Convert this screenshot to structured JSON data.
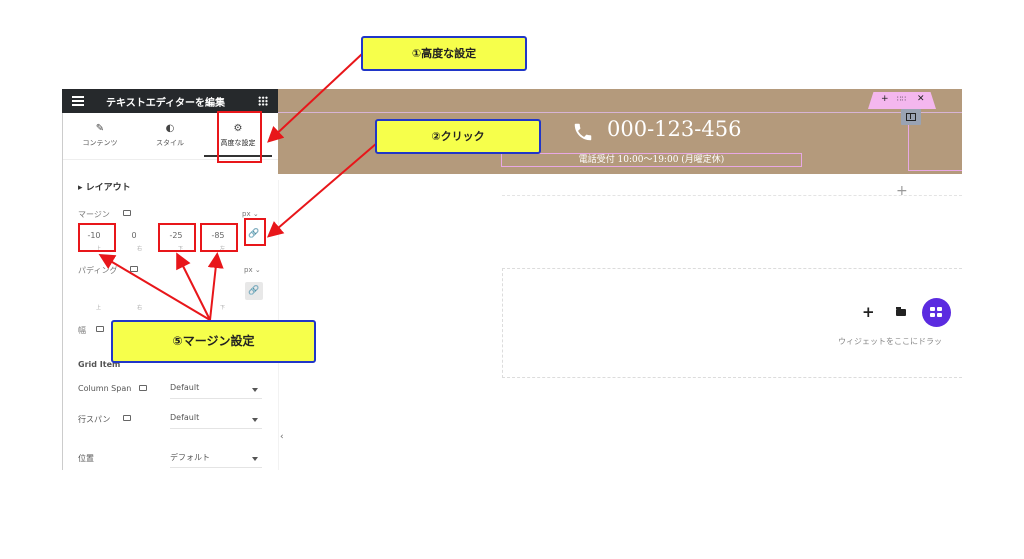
{
  "panel": {
    "title": "テキストエディターを編集",
    "tabs": [
      {
        "label": "コンテンツ",
        "icon": "pencil-icon"
      },
      {
        "label": "スタイル",
        "icon": "half-circle-icon"
      },
      {
        "label": "高度な設定",
        "icon": "gear-icon"
      }
    ],
    "section_title": "レイアウト",
    "margin": {
      "label": "マージン",
      "unit": "px",
      "values": [
        "-10",
        "0",
        "-25",
        "-85"
      ],
      "sub_labels": [
        "上",
        "右",
        "下",
        "左"
      ]
    },
    "padding": {
      "label": "パディング",
      "unit": "px",
      "sub_labels": [
        "上",
        "右",
        "下"
      ]
    },
    "width_label": "幅",
    "grid_item": {
      "title": "Grid Item",
      "column_span_label": "Column Span",
      "column_span_value": "Default",
      "row_span_label": "行スパン",
      "row_span_value": "Default"
    },
    "position_label": "位置",
    "position_value": "デフォルト"
  },
  "canvas": {
    "phone_number": "000-123-456",
    "hours": "電話受付 10:00～19:00 (月曜定休)",
    "drop_text": "ウィジェットをここにドラッ"
  },
  "annotations": {
    "step1": "①高度な設定",
    "step2": "②クリック",
    "step5": "⑤マージン設定"
  },
  "colors": {
    "banner": "#b49a7c",
    "callout_fill": "#f6ff4b",
    "callout_border": "#2036c8",
    "annotation_red": "#e8161a",
    "kit_purple": "#5b2be0"
  }
}
